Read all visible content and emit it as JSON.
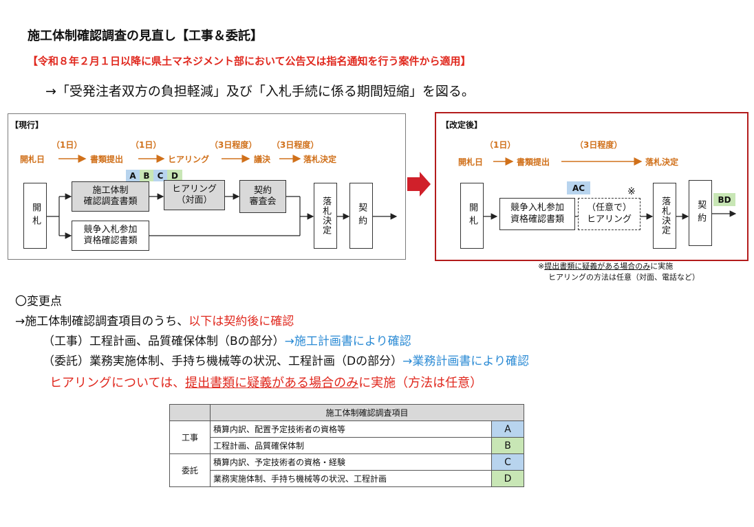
{
  "header": {
    "title": "施工体制確認調査の見直し【工事＆委託】",
    "subtitle": "【令和８年２月１日以降に県土マネジメント部において公告又は指名通知を行う案件から適用】",
    "lead": "→「受発注者双方の負担軽減」及び「入札手続に係る期間短縮」を図る。"
  },
  "current": {
    "label": "【現行】",
    "periods": [
      "（1日）",
      "（1日）",
      "（3日程度）",
      "（3日程度）"
    ],
    "steps": [
      "開札日",
      "書類提出",
      "ヒアリング",
      "議決",
      "落札決定"
    ],
    "boxes": {
      "open": "開札",
      "doc_line1": "施工体制",
      "doc_line2": "確認調査書類",
      "hearing_line1": "ヒアリング",
      "hearing_line2": "（対面）",
      "review_line1": "契約",
      "review_line2": "審査会",
      "comp_line1": "競争入札参加",
      "comp_line2": "資格確認書類",
      "award": "落札決定",
      "contract": "契約"
    },
    "tags": [
      "A",
      "B",
      "C",
      "D"
    ]
  },
  "after": {
    "label": "【改定後】",
    "periods": [
      "（1日）",
      "（3日程度）"
    ],
    "steps": [
      "開札日",
      "書類提出",
      "落札決定"
    ],
    "boxes": {
      "open": "開札",
      "comp_line1": "競争入札参加",
      "comp_line2": "資格確認書類",
      "hearing_line1": "（任意で）",
      "hearing_line2": "ヒアリング",
      "award": "落札決定",
      "contract": "契約"
    },
    "tag_ac": "AC",
    "tag_bd": "BD",
    "mark": "※"
  },
  "note": {
    "prefix": "※",
    "underlined": "提出書類に疑義がある場合のみ",
    "suffix": "に実施",
    "line2": "ヒアリングの方法は任意（対面、電話など）"
  },
  "changes": {
    "heading": "〇変更点",
    "l1_black": "→施工体制確認調査項目のうち、",
    "l1_red": "以下は契約後に確認",
    "l2_black": "（工事）工程計画、品質確保体制（Bの部分）",
    "l2_blue": "→施工計画書により確認",
    "l3_black": "（委託）業務実施体制、手持ち機械等の状況、工程計画（Dの部分）",
    "l3_blue": "→業務計画書により確認",
    "l4_a": "ヒアリングについては、",
    "l4_u": "提出書類に疑義がある場合のみ",
    "l4_b": "に実施（方法は任意）"
  },
  "table": {
    "header": "施工体制確認調査項目",
    "groups": [
      {
        "name": "工事",
        "rows": [
          {
            "item": "積算内訳、配置予定技術者の資格等",
            "code": "A"
          },
          {
            "item": "工程計画、品質確保体制",
            "code": "B"
          }
        ]
      },
      {
        "name": "委託",
        "rows": [
          {
            "item": "積算内訳、予定技術者の資格・経験",
            "code": "C"
          },
          {
            "item": "業務実施体制、手持ち機械等の状況、工程計画",
            "code": "D"
          }
        ]
      }
    ]
  },
  "colors": {
    "accent_red": "#e0281e",
    "orange": "#d0701a",
    "blue": "#2a8ad4",
    "tag_blue": "#b8d4ee",
    "tag_green": "#c8e6b5",
    "frame_red": "#b31b1b"
  }
}
